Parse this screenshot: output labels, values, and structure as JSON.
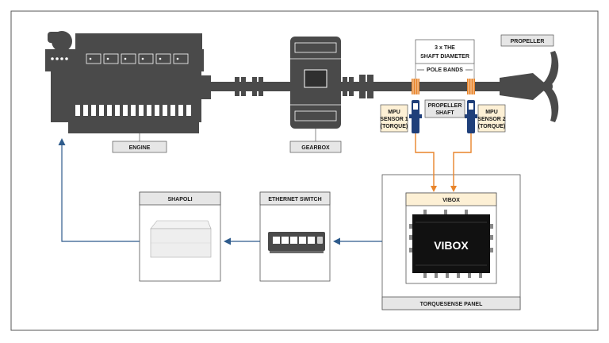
{
  "labels": {
    "engine": "ENGINE",
    "gearbox": "GEARBOX",
    "propeller": "PROPELLER",
    "shaft_diameter_line1": "3 x THE",
    "shaft_diameter_line2": "SHAFT DIAMETER",
    "pole_bands": "POLE BANDS",
    "propeller_shaft_line1": "PROPELLER",
    "propeller_shaft_line2": "SHAFT",
    "mpu1_line1": "MPU",
    "mpu1_line2": "SENSOR 1",
    "mpu1_line3": "(TORQUE)",
    "mpu2_line1": "MPU",
    "mpu2_line2": "SENSOR 2",
    "mpu2_line3": "(TORQUE)",
    "vibox": "VIBOX",
    "torquesense_panel": "TORQUESENSE PANEL",
    "ethernet_switch": "ETHERNET SWITCH",
    "shapoli": "SHAPOLI",
    "vibox_logo": "VIBOX"
  },
  "colors": {
    "machinery": "#4a4a4a",
    "frame": "#555555",
    "label_fill": "#e6e6e6",
    "sensor_label_fill": "#fdf0d5",
    "vibox_header_fill": "#fdf0d5",
    "signal_orange": "#e8842a",
    "data_blue": "#2e5b8c",
    "sensor_blue": "#1f3f7a",
    "pole_band_orange": "#e8842a"
  }
}
